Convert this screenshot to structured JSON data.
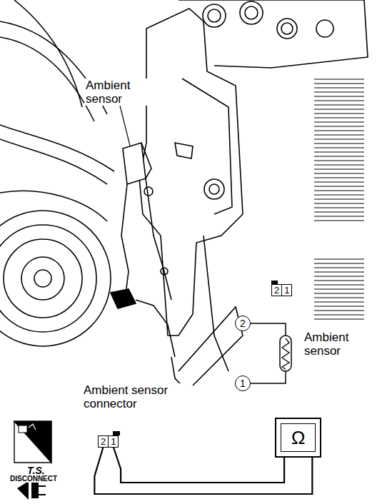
{
  "diagram": {
    "nodes": [
      {
        "text": [
          "2",
          "1"
        ]
      },
      {
        "text": [
          "2"
        ]
      },
      {
        "text": [
          "1"
        ]
      },
      {
        "text": [
          "2",
          "1"
        ]
      },
      {
        "text": [
          "Ω"
        ]
      }
    ],
    "edges": [
      {
        "from": 1,
        "to": 2,
        "arrow": "none"
      },
      {
        "from": 3,
        "to": 4,
        "arrow": "none"
      },
      {
        "from": 3,
        "to": 4,
        "arrow": "none"
      }
    ],
    "labels": [
      "Ambient sensor",
      "Ambient sensor",
      "Ambient sensor connector",
      "T.S.",
      "DISCONNECT"
    ]
  }
}
